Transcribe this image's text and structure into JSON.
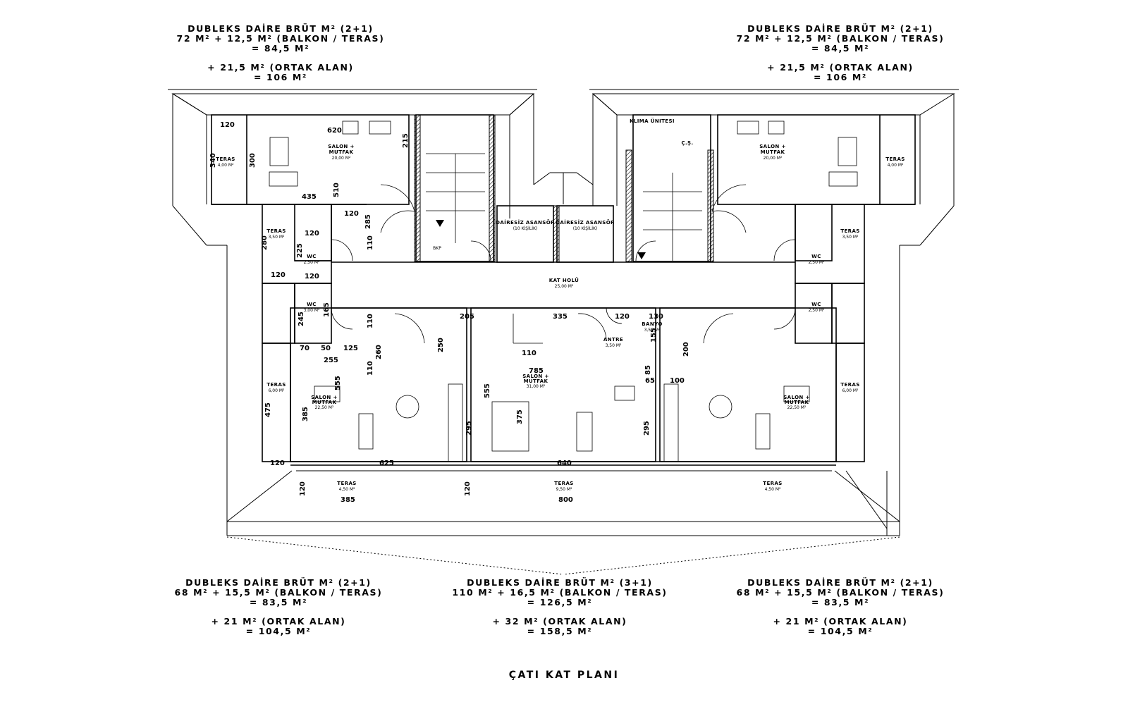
{
  "units_top": [
    {
      "title": "DUBLEKS DAİRE BRÜT M² (2+1)",
      "line1": "72 M² + 12,5 M² (BALKON / TERAS)",
      "line2": "= 84,5 M²",
      "line3": "+ 21,5 M² (ORTAK ALAN)",
      "line4": "= 106 M²"
    },
    {
      "title": "DUBLEKS DAİRE BRÜT M² (2+1)",
      "line1": "72 M² + 12,5 M² (BALKON / TERAS)",
      "line2": "= 84,5 M²",
      "line3": "+ 21,5 M² (ORTAK ALAN)",
      "line4": "= 106 M²"
    }
  ],
  "units_bottom": [
    {
      "title": "DUBLEKS DAİRE BRÜT M² (2+1)",
      "line1": "68 M² + 15,5 M² (BALKON / TERAS)",
      "line2": "= 83,5 M²",
      "line3": "+ 21 M² (ORTAK ALAN)",
      "line4": "= 104,5 M²"
    },
    {
      "title": "DUBLEKS DAİRE BRÜT M² (3+1)",
      "line1": "110 M² + 16,5 M² (BALKON / TERAS)",
      "line2": "= 126,5 M²",
      "line3": "+ 32 M² (ORTAK ALAN)",
      "line4": "= 158,5 M²"
    },
    {
      "title": "DUBLEKS DAİRE BRÜT M² (2+1)",
      "line1": "68 M² + 15,5 M² (BALKON / TERAS)",
      "line2": "= 83,5 M²",
      "line3": "+ 21 M² (ORTAK ALAN)",
      "line4": "= 104,5 M²"
    }
  ],
  "plan_title": "ÇATI KAT PLANI",
  "rooms": {
    "klima": "KLIMA ÜNITESI",
    "cs": "Ç.Ş.",
    "salon_top_l": {
      "name": "SALON +",
      "name2": "MUTFAK",
      "area": "20,00 M²"
    },
    "salon_top_r": {
      "name": "SALON +",
      "name2": "MUTFAK",
      "area": "20,00 M²"
    },
    "teras_tl": {
      "name": "TERAS",
      "area": "4,00 M²"
    },
    "teras_tr": {
      "name": "TERAS",
      "area": "4,00 M²"
    },
    "teras_ml": {
      "name": "TERAS",
      "area": "3,50 M²"
    },
    "teras_mr": {
      "name": "TERAS",
      "area": "3,50 M²"
    },
    "wc_l1": {
      "name": "WC",
      "area": "2,50 M²"
    },
    "wc_l2": {
      "name": "WC",
      "area": "3,00 M²"
    },
    "wc_r1": {
      "name": "WC",
      "area": "2,50 M²"
    },
    "wc_r2": {
      "name": "WC",
      "area": "2,50 M²"
    },
    "elev1": {
      "name": "DAİRESİZ ASANSÖR",
      "cap": "(10 KİŞİLİK)"
    },
    "elev2": {
      "name": "DAİRESİZ ASANSÖR",
      "cap": "(10 KİŞİLİK)"
    },
    "kat_holu": {
      "name": "KAT HOLÜ",
      "area": "25,00 M²"
    },
    "banyo": {
      "name": "BANYO",
      "area": "3,50 M²"
    },
    "antre": {
      "name": "ANTRE",
      "area": "3,50 M²"
    },
    "salon_mid": {
      "name": "SALON +",
      "name2": "MUTFAK",
      "area": "31,00 M²"
    },
    "salon_bl": {
      "name": "SALON +",
      "name2": "MUTFAK",
      "area": "22,50 M²"
    },
    "salon_br": {
      "name": "SALON +",
      "name2": "MUTFAK",
      "area": "22,50 M²"
    },
    "teras_bl_side": {
      "name": "TERAS",
      "area": "6,00 M²"
    },
    "teras_br_side": {
      "name": "TERAS",
      "area": "6,00 M²"
    },
    "teras_bottom_l": {
      "name": "TERAS",
      "area": "4,50 M²"
    },
    "teras_bottom_m": {
      "name": "TERAS",
      "area": "9,50 M²"
    },
    "teras_bottom_r": {
      "name": "TERAS",
      "area": "4,50 M²"
    },
    "bkp": "BKP"
  },
  "dims": {
    "d120a": "120",
    "d620": "620",
    "d215": "215",
    "d340": "340",
    "d300": "300",
    "d435": "435",
    "d510": "510",
    "d120b": "120",
    "d285": "285",
    "d110a": "110",
    "d280": "280",
    "d225": "225",
    "d120c": "120",
    "d120d": "120",
    "d120e": "120",
    "d245": "245",
    "d165": "165",
    "d110b": "110",
    "d70": "70",
    "d50": "50",
    "d125": "125",
    "d255": "255",
    "d260": "260",
    "d110c": "110",
    "d205": "205",
    "d250": "250",
    "d335": "335",
    "d120f": "120",
    "d130": "130",
    "d155": "155",
    "d200": "200",
    "d110d": "110",
    "d785": "785",
    "d85": "85",
    "d65": "65",
    "d100": "100",
    "d555a": "555",
    "d555b": "555",
    "d475": "475",
    "d385a": "385",
    "d375": "375",
    "d295a": "295",
    "d295b": "295",
    "d120g": "120",
    "d625": "625",
    "d640": "640",
    "d120h": "120",
    "d120i": "120",
    "d385b": "385",
    "d800": "800"
  }
}
